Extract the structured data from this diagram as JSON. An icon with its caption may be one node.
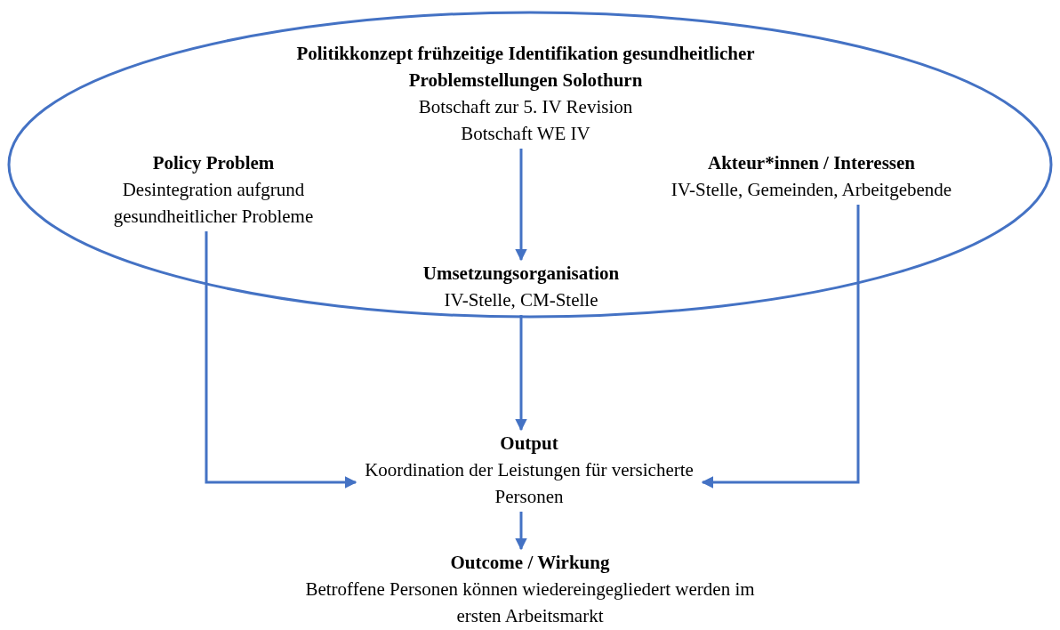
{
  "diagram": {
    "nodes": [
      {
        "text": [],
        "shape": "ellipse"
      },
      {
        "text": [
          "Politikkonzept frühzeitige Identifikation gesundheitlicher Problemstellungen Solothurn",
          "Botschaft zur 5. IV Revision",
          "Botschaft WE IV"
        ],
        "in": 0
      },
      {
        "text": [
          "Policy Problem",
          "Desintegration aufgrund gesundheitlicher Probleme"
        ],
        "in": 0
      },
      {
        "text": [
          "Akteur*innen / Interessen",
          "IV-Stelle, Gemeinden, Arbeitgebende"
        ],
        "in": 0
      },
      {
        "text": [
          "Umsetzungsorganisation",
          "IV-Stelle, CM-Stelle"
        ],
        "in": 0
      },
      {
        "text": [
          "Output",
          "Koordination der Leistungen für versicherte Personen"
        ]
      },
      {
        "text": [
          "Outcome / Wirkung",
          "Betroffene Personen können wiedereingegliedert werden im ersten Arbeitsmarkt"
        ]
      }
    ],
    "edges": [
      {
        "from": 1,
        "to": 4,
        "arrow": "to"
      },
      {
        "from": 4,
        "to": 5,
        "arrow": "to"
      },
      {
        "from": 2,
        "to": 5,
        "arrow": "to"
      },
      {
        "from": 3,
        "to": 5,
        "arrow": "to"
      },
      {
        "from": 5,
        "to": 6,
        "arrow": "to"
      }
    ]
  }
}
